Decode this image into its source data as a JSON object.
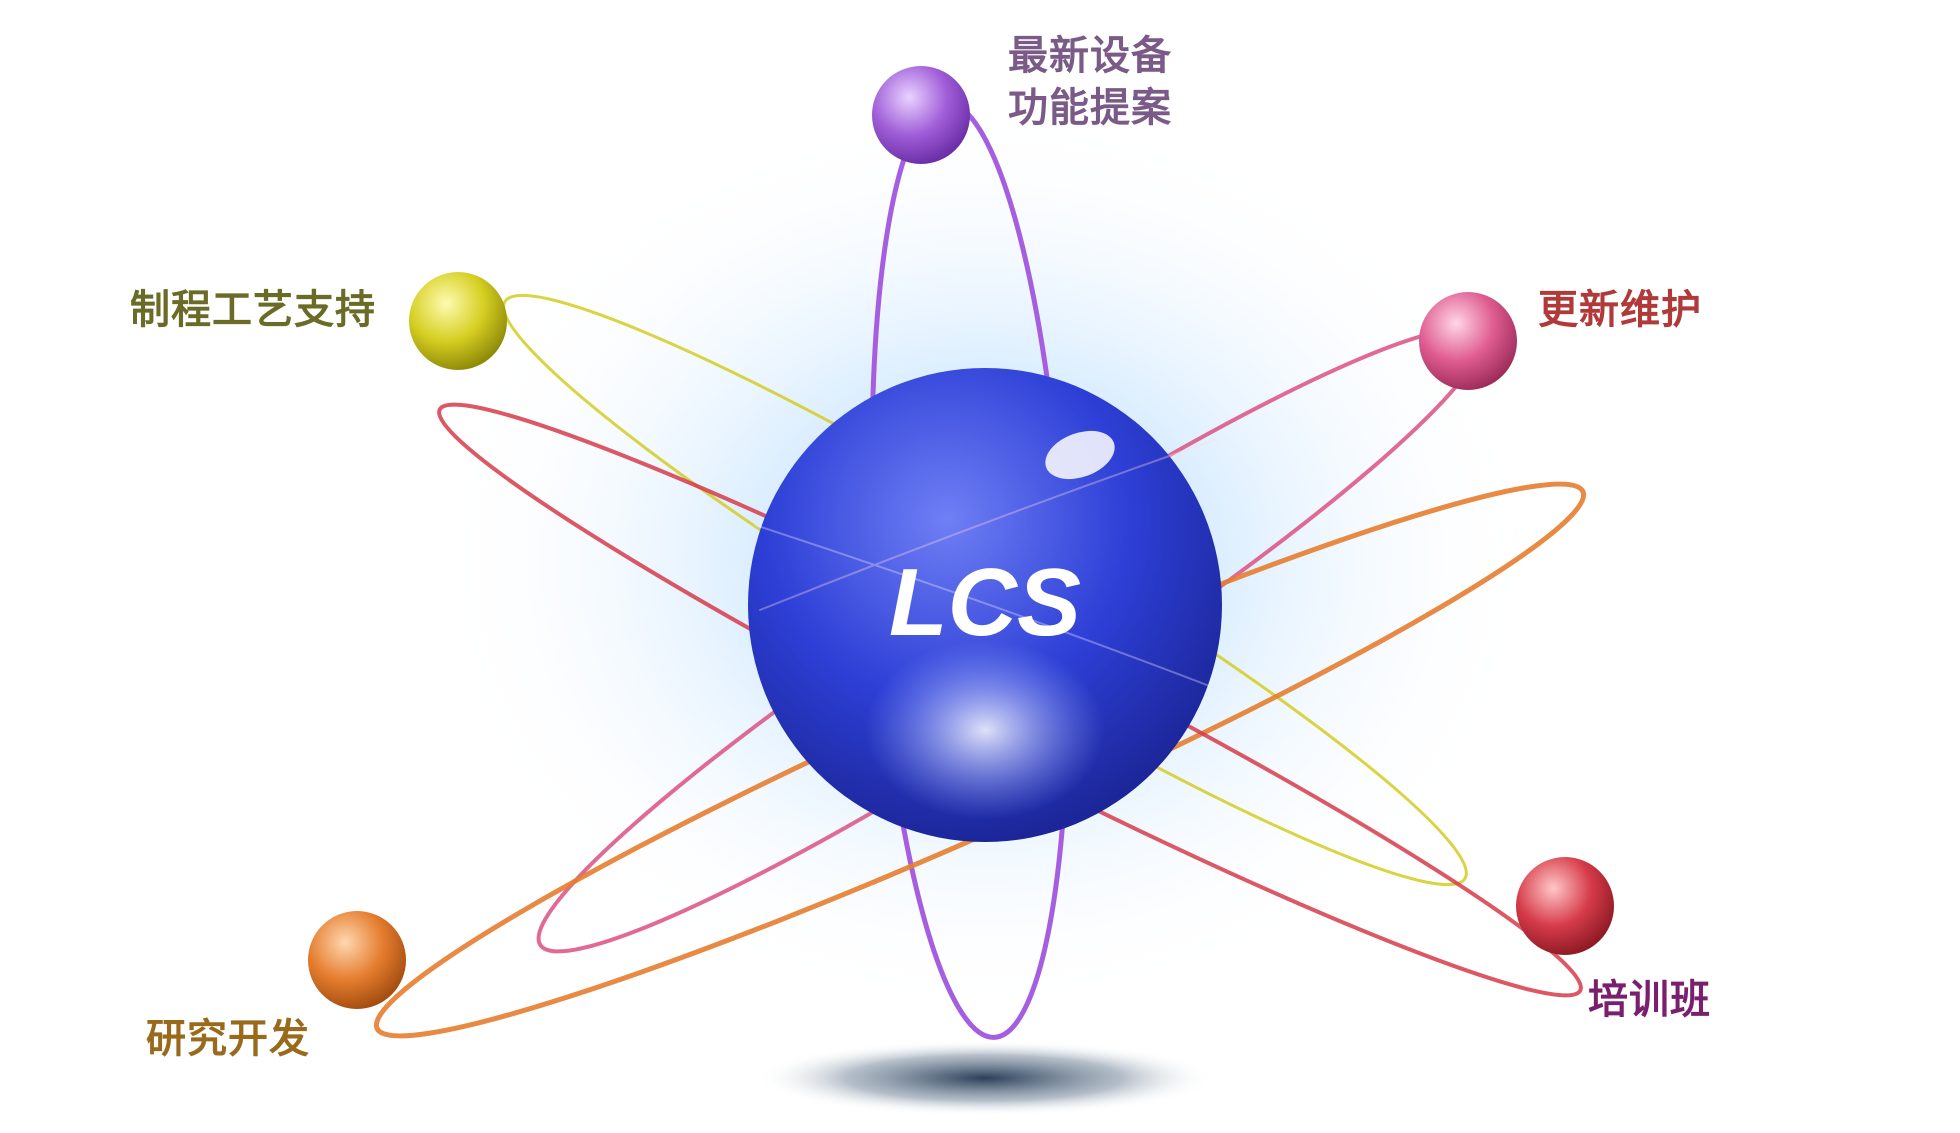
{
  "center": {
    "label": "LCS",
    "color": "#2e3fd8"
  },
  "nodes": [
    {
      "id": "top",
      "lines": [
        "最新设备",
        "功能提案"
      ],
      "color": "#a05ed8",
      "text_color": "#7a5a86"
    },
    {
      "id": "upper-left",
      "lines": [
        "制程工艺支持"
      ],
      "color": "#d6cf22",
      "text_color": "#6b6b28"
    },
    {
      "id": "upper-right",
      "lines": [
        "更新维护"
      ],
      "color": "#df5c90",
      "text_color": "#b03a3a"
    },
    {
      "id": "lower-left",
      "lines": [
        "研究开发"
      ],
      "color": "#e57d2f",
      "text_color": "#9a6a1c"
    },
    {
      "id": "lower-right",
      "lines": [
        "培训班"
      ],
      "color": "#d63b4a",
      "text_color": "#7a1e6e"
    }
  ]
}
